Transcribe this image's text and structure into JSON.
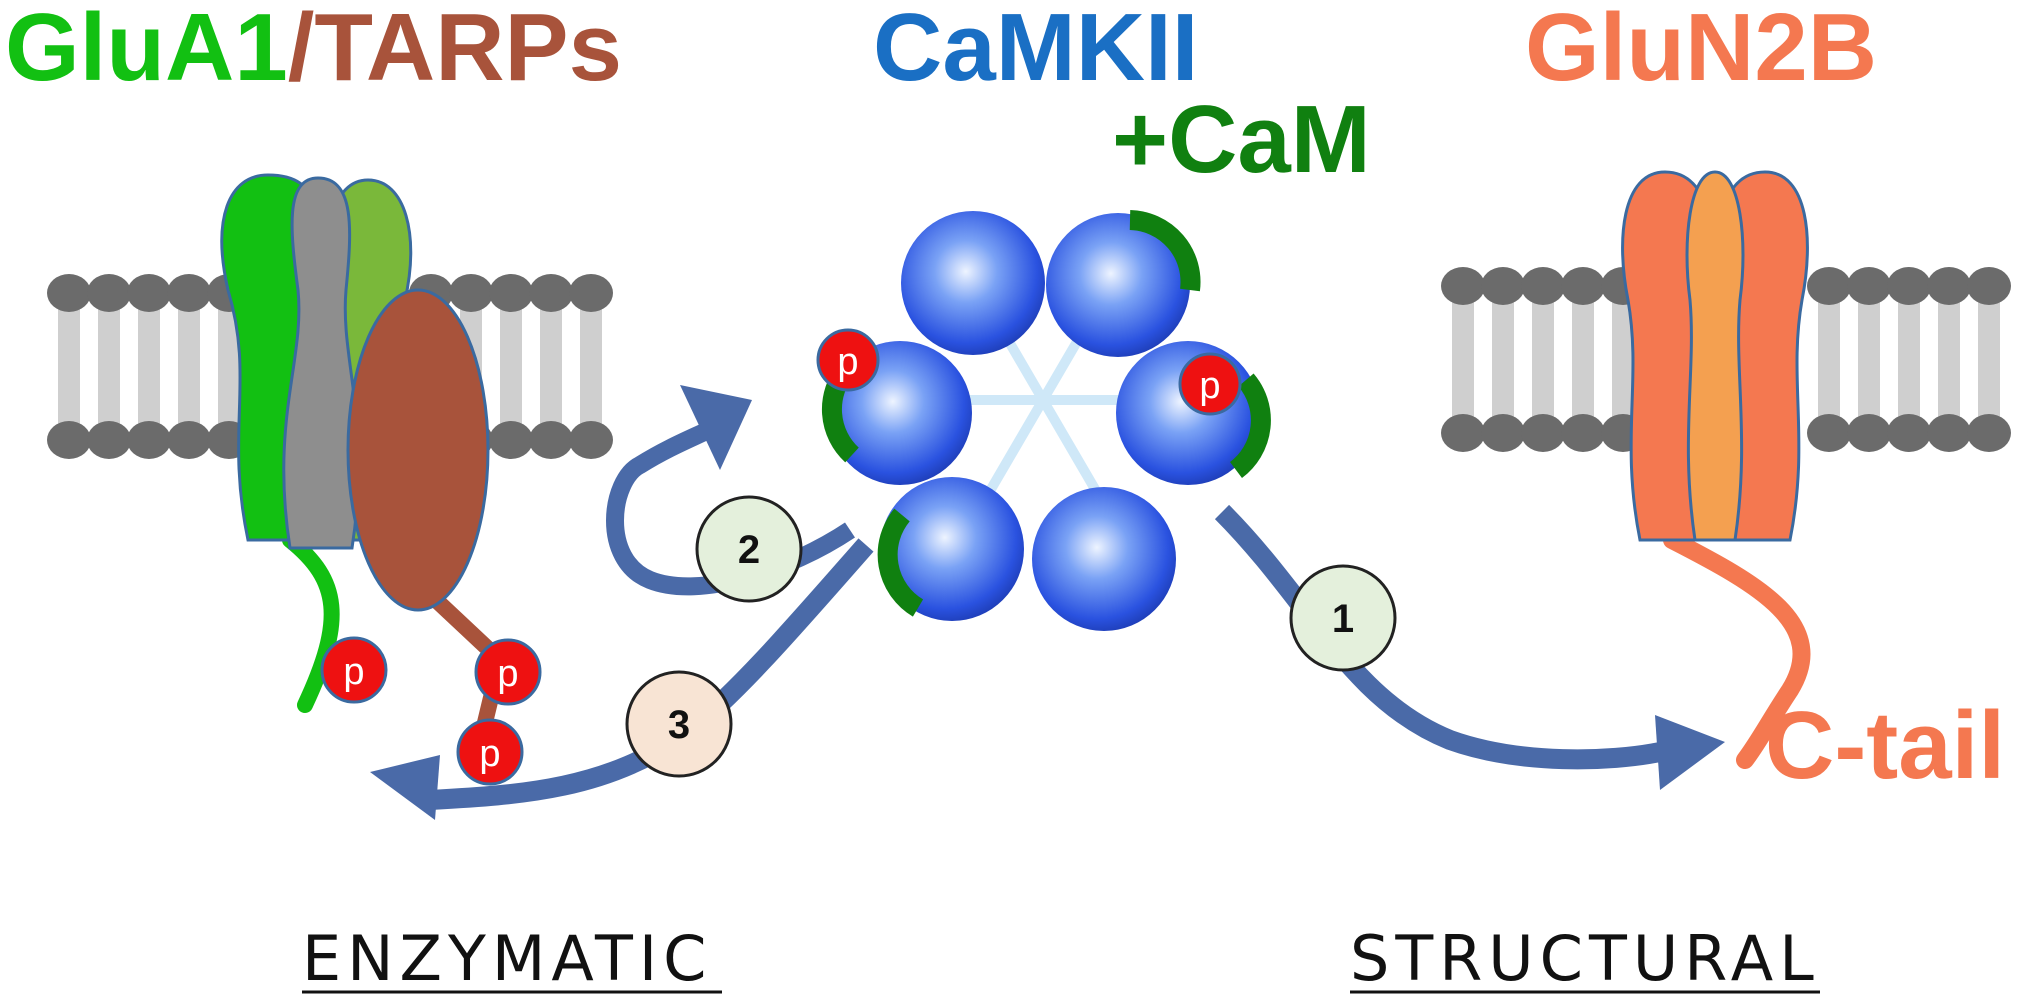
{
  "titles": {
    "glua1": "GluA1",
    "slash_tarps": "/TARPs",
    "camkii": "CaMKII",
    "glun2b": "GluN2B"
  },
  "labels": {
    "cam": "+CaM",
    "ctail": "C-tail",
    "phospho": "p"
  },
  "steps": {
    "one": "1",
    "two": "2",
    "three": "3"
  },
  "modes": {
    "enzymatic": "ENZYMATIC",
    "structural": "STRUCTURAL"
  },
  "colors": {
    "glua1": "#12c012",
    "tarps": "#a8533b",
    "camkii": "#1a6fc4",
    "glun2b": "#f47850",
    "cam": "#108010",
    "phospho": "#ee1111",
    "arrow": "#4a6aa8",
    "membrane_head": "#6b6b6b",
    "membrane_tail": "#cfcfcf",
    "step_1_2_fill": "#e4f0dc",
    "step_3_fill": "#f8e4d4"
  }
}
